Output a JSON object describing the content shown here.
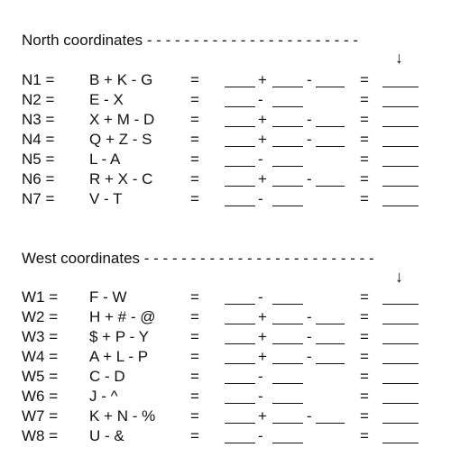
{
  "north": {
    "heading": "North coordinates - - - - - - - - - - - - - - - - - - - - - - -",
    "arrow": "↓",
    "rows": [
      {
        "label": "N1 =",
        "expr": "B + K - G",
        "eq": "=",
        "op1": "+",
        "op2": "-",
        "eq2": "="
      },
      {
        "label": "N2 =",
        "expr": "E - X",
        "eq": "=",
        "op1": "-",
        "op2": "",
        "eq2": "="
      },
      {
        "label": "N3 =",
        "expr": "X + M - D",
        "eq": "=",
        "op1": "+",
        "op2": "-",
        "eq2": "="
      },
      {
        "label": "N4 =",
        "expr": "Q + Z - S",
        "eq": "=",
        "op1": "+",
        "op2": "-",
        "eq2": "="
      },
      {
        "label": "N5 =",
        "expr": "L - A",
        "eq": "=",
        "op1": "-",
        "op2": "",
        "eq2": "="
      },
      {
        "label": "N6 =",
        "expr": "R + X - C",
        "eq": "=",
        "op1": "+",
        "op2": "-",
        "eq2": "="
      },
      {
        "label": "N7 =",
        "expr": "V - T",
        "eq": "=",
        "op1": "-",
        "op2": "",
        "eq2": "="
      }
    ]
  },
  "west": {
    "heading": "West coordinates - - - - - - - - - - - - - - - - - - - - - - - - -",
    "arrow": "↓",
    "rows": [
      {
        "label": "W1 =",
        "expr": "F - W",
        "eq": "=",
        "op1": "-",
        "op2": "",
        "eq2": "="
      },
      {
        "label": "W2 =",
        "expr": "H +  # - @",
        "eq": "=",
        "op1": "+",
        "op2": "-",
        "eq2": "="
      },
      {
        "label": "W3 =",
        "expr": "$ + P - Y",
        "eq": "=",
        "op1": "+",
        "op2": "-",
        "eq2": "="
      },
      {
        "label": "W4 =",
        "expr": "A + L - P",
        "eq": "=",
        "op1": "+",
        "op2": "-",
        "eq2": "="
      },
      {
        "label": "W5 =",
        "expr": "C - D",
        "eq": "=",
        "op1": "-",
        "op2": "",
        "eq2": "="
      },
      {
        "label": "W6 =",
        "expr": "J - ^",
        "eq": "=",
        "op1": "-",
        "op2": "",
        "eq2": "="
      },
      {
        "label": "W7 =",
        "expr": "K + N - %",
        "eq": "=",
        "op1": "+",
        "op2": "-",
        "eq2": "="
      },
      {
        "label": "W8 =",
        "expr": "U - &",
        "eq": "=",
        "op1": "-",
        "op2": "",
        "eq2": "="
      }
    ]
  }
}
